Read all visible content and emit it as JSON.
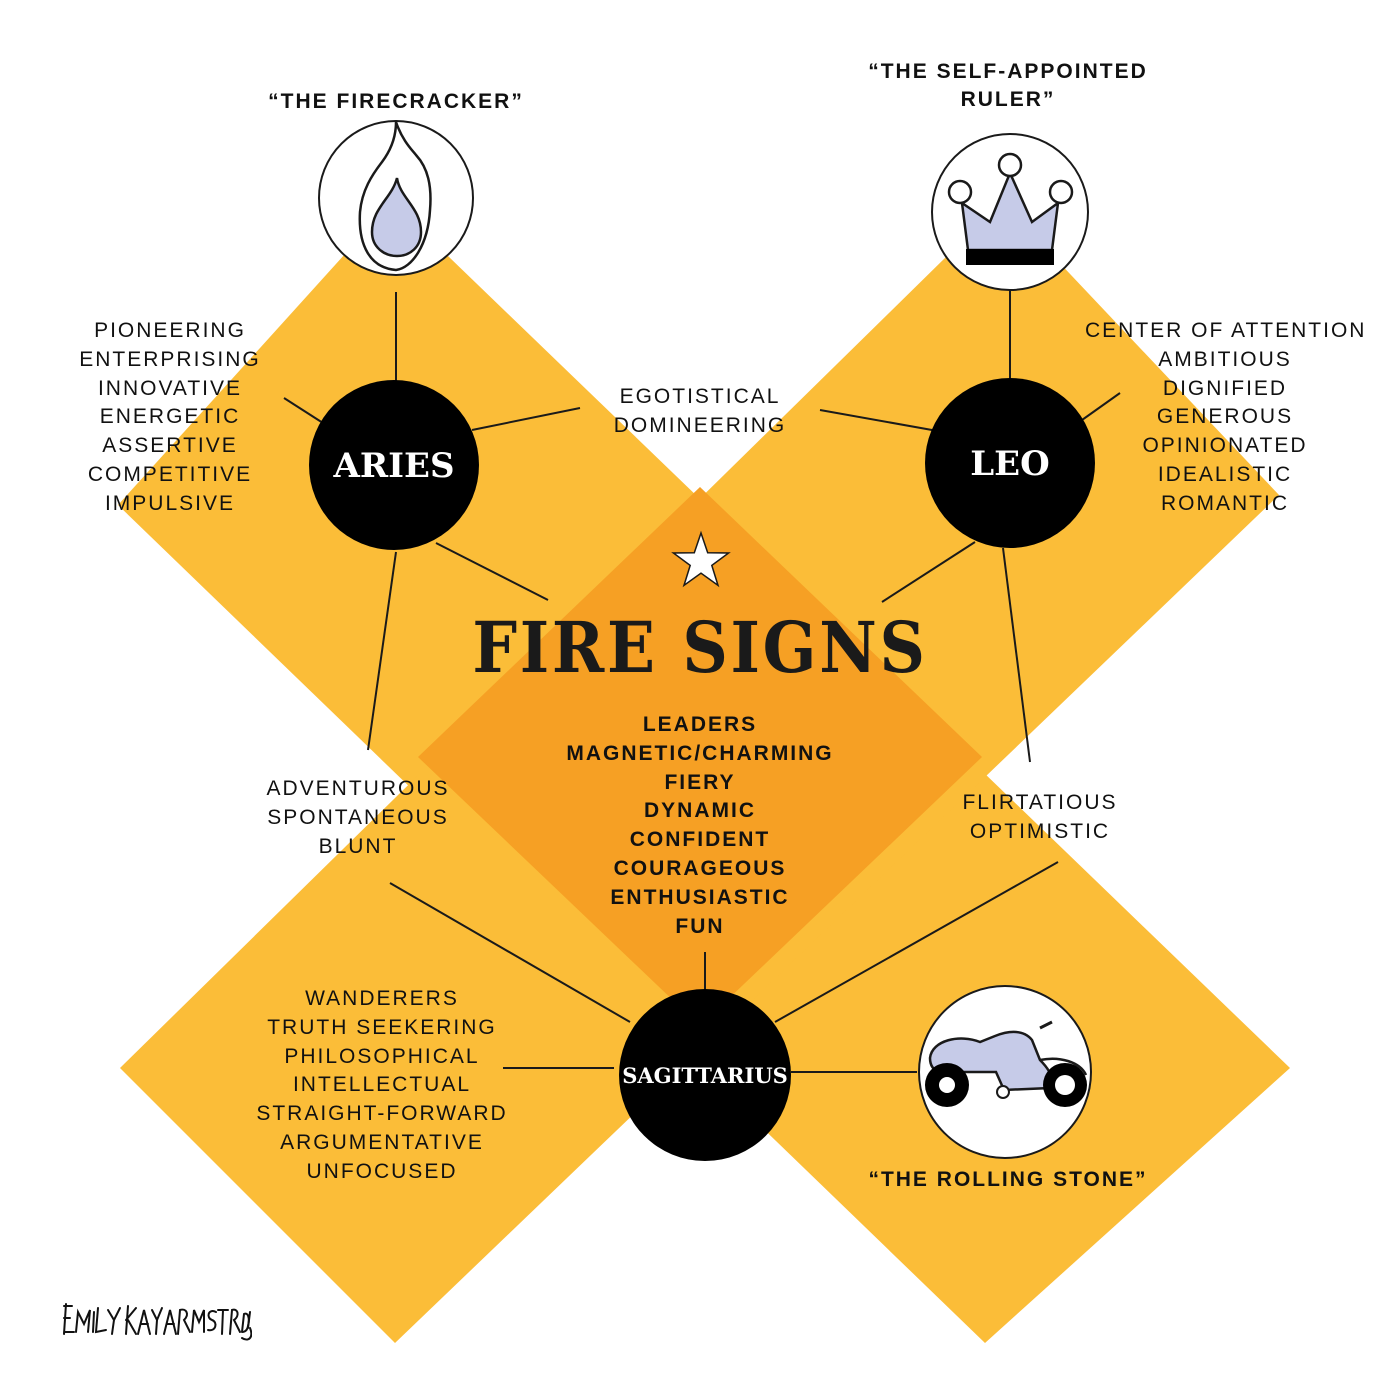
{
  "title": "FIRE SIGNS",
  "center_traits": [
    "LEADERS",
    "MAGNETIC/CHARMING",
    "FIERY",
    "DYNAMIC",
    "CONFIDENT",
    "COURAGEOUS",
    "ENTHUSIASTIC",
    "FUN"
  ],
  "signs": {
    "aries": {
      "name": "ARIES",
      "nickname": "“THE FIRECRACKER”",
      "icon": "flame-icon",
      "traits": [
        "PIONEERING",
        "ENTERPRISING",
        "INNOVATIVE",
        "ENERGETIC",
        "ASSERTIVE",
        "COMPETITIVE",
        "IMPULSIVE"
      ]
    },
    "leo": {
      "name": "LEO",
      "nickname_lines": [
        "“THE SELF-APPOINTED",
        "RULER”"
      ],
      "icon": "crown-icon",
      "traits": [
        "CENTER OF ATTENTION",
        "AMBITIOUS",
        "DIGNIFIED",
        "GENEROUS",
        "OPINIONATED",
        "IDEALISTIC",
        "ROMANTIC"
      ]
    },
    "sagittarius": {
      "name": "SAGITTARIUS",
      "nickname": "“THE ROLLING STONE”",
      "icon": "motorcycle-icon",
      "traits": [
        "WANDERERS",
        "TRUTH SEEKERING",
        "PHILOSOPHICAL",
        "INTELLECTUAL",
        "STRAIGHT-FORWARD",
        "ARGUMENTATIVE",
        "UNFOCUSED"
      ]
    }
  },
  "shared": {
    "aries_leo": [
      "EGOTISTICAL",
      "DOMINEERING"
    ],
    "aries_sagittarius": [
      "ADVENTUROUS",
      "SPONTANEOUS",
      "BLUNT"
    ],
    "leo_sagittarius": [
      "FLIRTATIOUS",
      "OPTIMISTIC"
    ]
  },
  "signature": "EMILY KAY ARMSTRONG",
  "colors": {
    "diamond": "#fbbd38",
    "overlap": "#f6a024",
    "node": "#000000",
    "icon_fill": "#c6cbe8",
    "star": "#ffffff"
  }
}
